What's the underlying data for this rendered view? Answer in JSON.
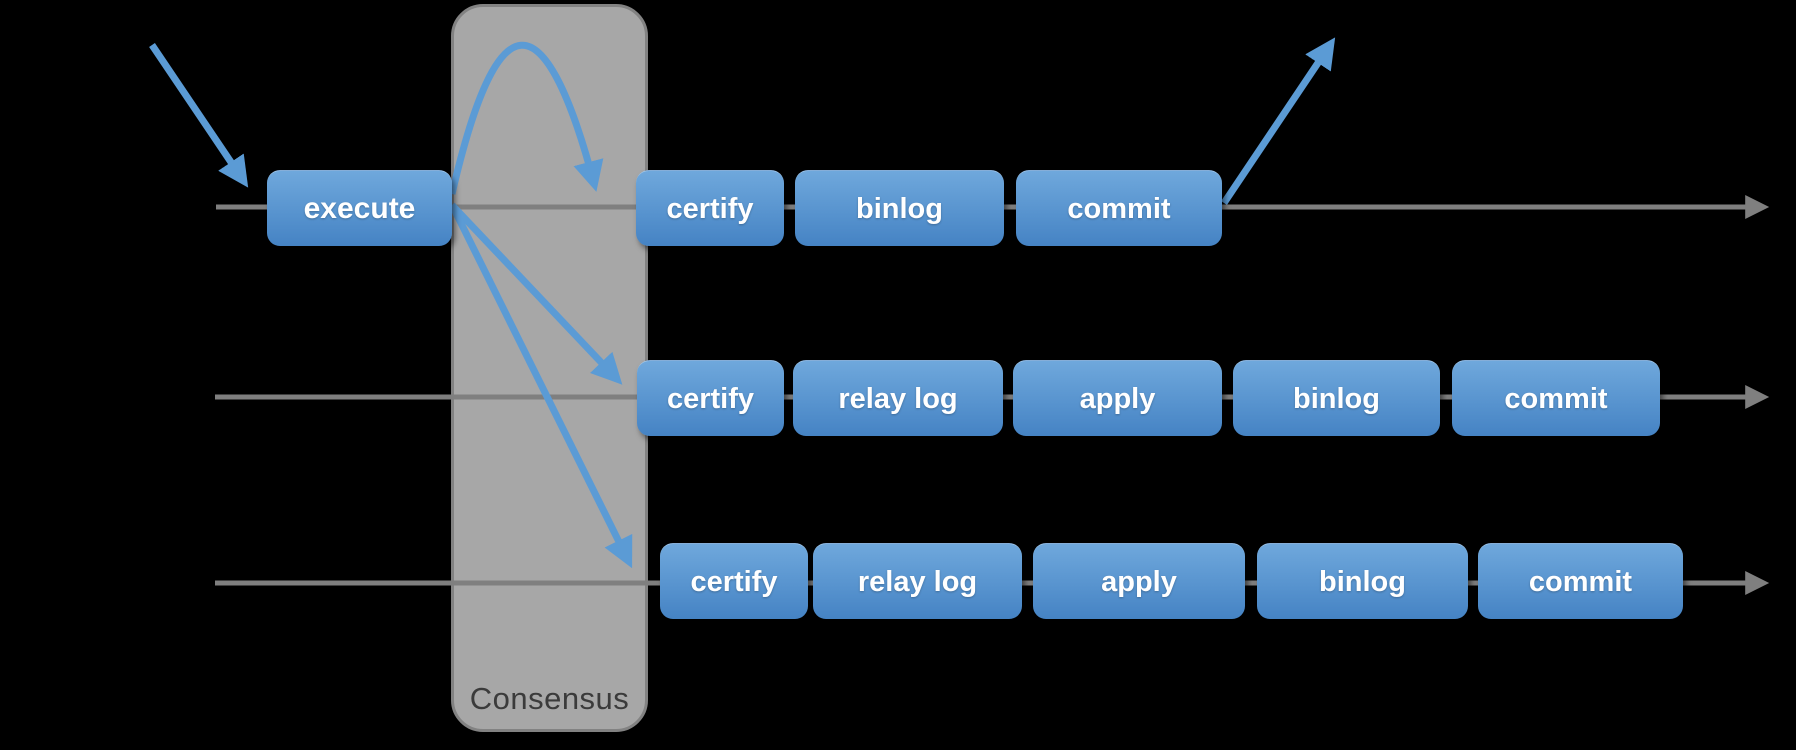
{
  "diagram": {
    "consensus_label": "Consensus",
    "lanes": [
      {
        "boxes": [
          "execute",
          "certify",
          "binlog",
          "commit"
        ]
      },
      {
        "boxes": [
          "certify",
          "relay log",
          "apply",
          "binlog",
          "commit"
        ]
      },
      {
        "boxes": [
          "certify",
          "relay log",
          "apply",
          "binlog",
          "commit"
        ]
      }
    ],
    "colors": {
      "background": "#000000",
      "arrow_blue": "#5b9bd5",
      "box_gradient_top": "#6fa8dc",
      "box_gradient_bottom": "#4583c4",
      "lane_gray": "#7f7f7f",
      "consensus_fill": "#a7a7a7",
      "consensus_border": "#828282",
      "consensus_text": "#3b3b3b",
      "box_text": "#ffffff"
    }
  }
}
